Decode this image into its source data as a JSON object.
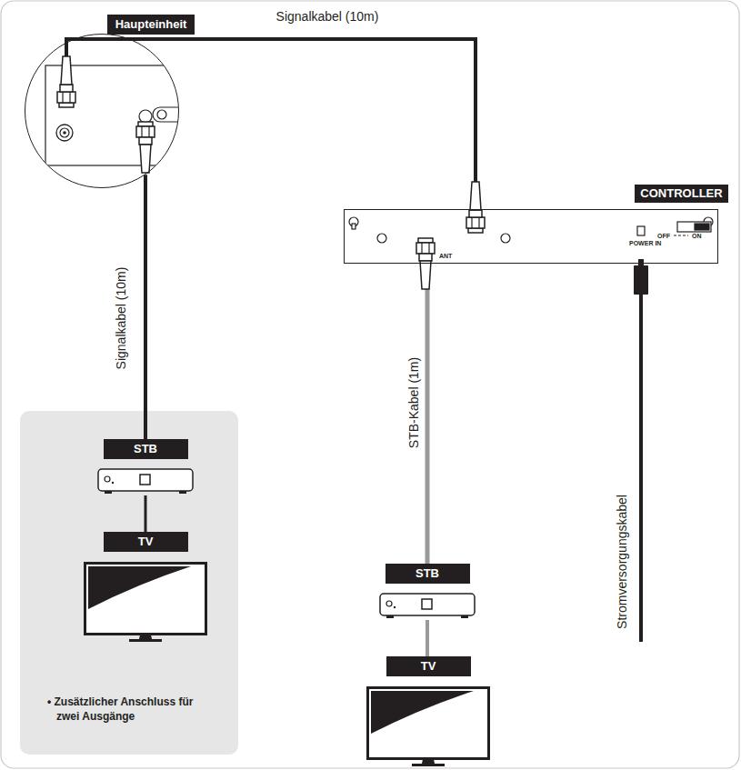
{
  "diagram": {
    "nodes": [
      {
        "text": [
          "Haupteinheit"
        ]
      },
      {
        "text": [
          "CONTROLLER",
          "ANT",
          "POWER IN",
          "OFF",
          "ON"
        ]
      },
      {
        "text": [
          "• Zusätzlicher Anschluss für zwei Ausgänge"
        ]
      },
      {
        "text": [
          "STB"
        ],
        "in": 2
      },
      {
        "text": [
          "TV"
        ],
        "in": 2
      },
      {
        "text": [
          "STB"
        ]
      },
      {
        "text": [
          "TV"
        ]
      }
    ],
    "edges": [
      {
        "from": 0,
        "to": 1,
        "label": "Signalkabel (10m)",
        "arrow": "none"
      },
      {
        "from": 0,
        "to": 3,
        "label": "Signalkabel (10m)",
        "arrow": "none"
      },
      {
        "from": 3,
        "to": 4,
        "arrow": "none"
      },
      {
        "from": 1,
        "to": 5,
        "label": "STB-Kabel (1m)",
        "arrow": "none"
      },
      {
        "from": 5,
        "to": 6,
        "arrow": "none"
      }
    ],
    "labels": [
      "Stromversorgungskabel"
    ]
  }
}
